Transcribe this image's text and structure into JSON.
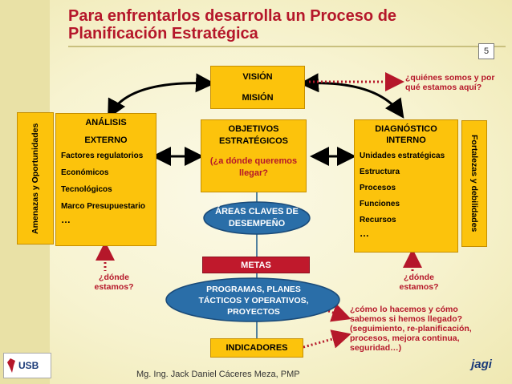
{
  "title": "Para enfrentarlos desarrolla un Proceso de Planificación Estratégica",
  "page_number": "5",
  "vision": "VISIÓN",
  "mision": "MISIÓN",
  "q_quienes": "¿quiénes somos y por qué estamos aquí?",
  "amenazas": "Amenazas y Oportunidades",
  "fortalezas": "Fortalezas y debilidades",
  "analisis": {
    "title1": "ANÁLISIS",
    "title2": "EXTERNO",
    "items": [
      "Factores regulatorios",
      "Económicos",
      "Tecnológicos",
      "Marco Presupuestario",
      "…"
    ]
  },
  "objetivos": {
    "title": "OBJETIVOS ESTRATÉGICOS",
    "question": "(¿a dónde queremos llegar?"
  },
  "diagnostico": {
    "title1": "DIAGNÓSTICO",
    "title2": "INTERNO",
    "items": [
      "Unidades estratégicas",
      "Estructura",
      "Procesos",
      "Funciones",
      "Recursos",
      "…"
    ]
  },
  "areas": "ÁREAS CLAVES DE DESEMPEÑO",
  "metas": "METAS",
  "programas": "PROGRAMAS, PLANES TÁCTICOS Y OPERATIVOS, PROYECTOS",
  "indicadores": "INDICADORES",
  "q_donde_left": "¿dónde estamos?",
  "q_donde_right": "¿dónde estamos?",
  "q_como": "¿cómo lo hacemos y cómo sabemos si hemos llegado? (seguimiento, re-planificación, procesos, mejora continua, seguridad…)",
  "footer": "Mg. Ing. Jack Daniel Cáceres Meza, PMP",
  "logo_left": "USB",
  "logo_right": "jagi",
  "colors": {
    "accent_red": "#b5172a",
    "box_yellow": "#fcc30c",
    "metas_red": "#c0192c",
    "ellipse_blue": "#1a5a8a"
  }
}
